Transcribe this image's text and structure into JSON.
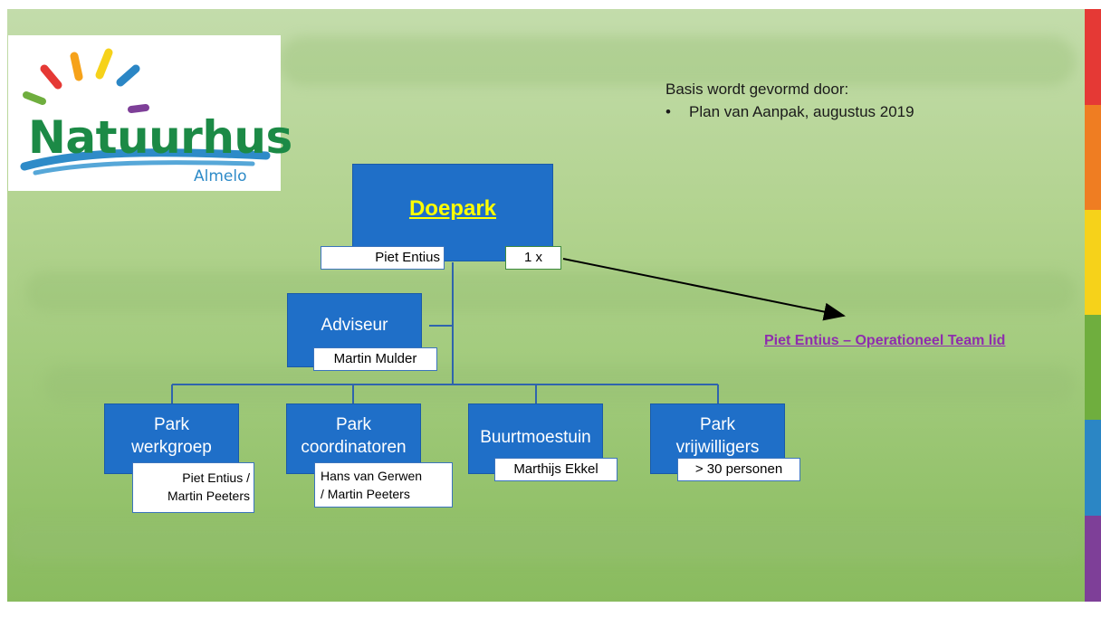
{
  "logo": {
    "word": "Natuurhus",
    "subtitle": "Almelo"
  },
  "basis": {
    "heading": "Basis wordt gevormd door:",
    "bullet": "•",
    "items": [
      "Plan van Aanpak, augustus 2019"
    ]
  },
  "diagram": {
    "top": {
      "title": "Doepark",
      "person": "Piet Entius",
      "frequency": "1 x"
    },
    "advisor": {
      "title": "Adviseur",
      "person": "Martin Mulder"
    },
    "units": [
      {
        "line1": "Park",
        "line2": "werkgroep",
        "person1": "Piet Entius /",
        "person2": "Martin Peeters"
      },
      {
        "line1": "Park",
        "line2": "coordinatoren",
        "person1": "Hans van Gerwen",
        "person2": "/ Martin Peeters"
      },
      {
        "line1": "Buurtmoestuin",
        "person1": "Marthijs Ekkel"
      },
      {
        "line1": "Park",
        "line2": "vrijwilligers",
        "person1": "> 30 personen"
      }
    ],
    "link": "Piet Entius – Operationeel Team lid"
  },
  "colors": {
    "box_fill": "#1f6fc8",
    "title_text": "#ffff00",
    "link_text": "#8e2dad",
    "logo_green": "#1c8a46",
    "logo_blue": "#2e8bc8",
    "rainbow": [
      "#e53935",
      "#ef7d22",
      "#f6d21a",
      "#6fae3e",
      "#2b86c5",
      "#7e3f98"
    ]
  }
}
